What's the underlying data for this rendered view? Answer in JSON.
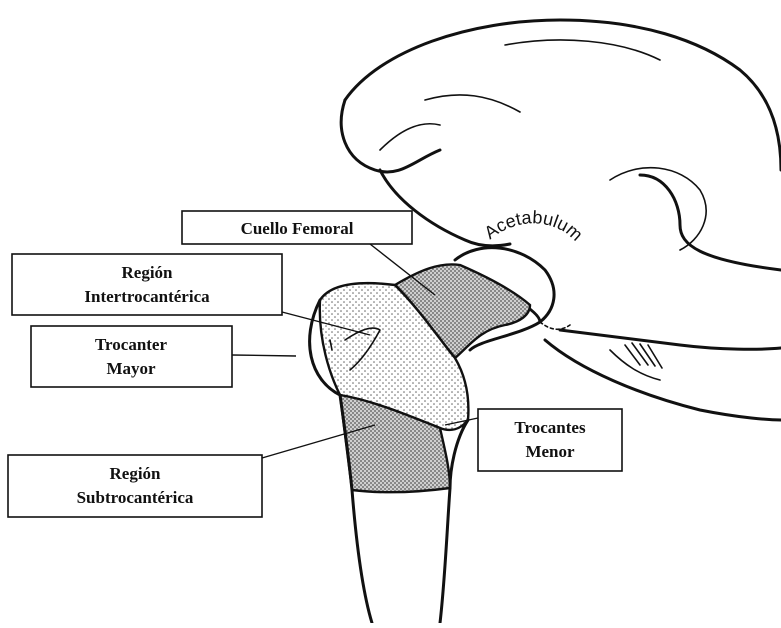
{
  "labels": {
    "cuello_femoral": "Cuello Femoral",
    "region_intertrocanterica_line1": "Región",
    "region_intertrocanterica_line2": "Intertrocantérica",
    "trocanter_mayor_line1": "Trocanter",
    "trocanter_mayor_line2": "Mayor",
    "trocantes_menor_line1": "Trocantes",
    "trocantes_menor_line2": "Menor",
    "region_subtrocanterica_line1": "Región",
    "region_subtrocanterica_line2": "Subtrocantérica",
    "acetabulum": "Acetabulum"
  },
  "colors": {
    "ink": "#111111",
    "shade_dense": "#bdbdbd",
    "shade_light": "#e4e4e4",
    "background": "#ffffff"
  }
}
